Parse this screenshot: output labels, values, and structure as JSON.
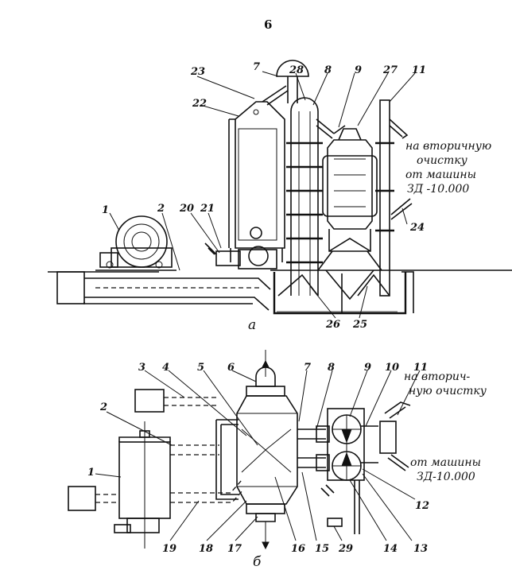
{
  "page_number": "6",
  "view_labels": {
    "side": "а",
    "plan": "б"
  },
  "notes_side": {
    "secondary_line1": "на вторичную",
    "secondary_line2": "очистку",
    "machine_line1": "от машины",
    "machine_line2": "ЗД -10.000"
  },
  "notes_plan": {
    "secondary_line1": "на вторич-",
    "secondary_line2": "ную очистку",
    "machine_line1": "от машины",
    "machine_line2": "ЗД-10.000"
  },
  "side_labels": {
    "l1": "1",
    "l2": "2",
    "l7": "7",
    "l8": "8",
    "l9": "9",
    "l11": "11",
    "l20": "20",
    "l21": "21",
    "l22": "22",
    "l23": "23",
    "l24": "24",
    "l25": "25",
    "l26": "26",
    "l27": "27",
    "l28": "28"
  },
  "plan_labels": {
    "l1": "1",
    "l2": "2",
    "l3": "3",
    "l4": "4",
    "l5": "5",
    "l6": "6",
    "l7": "7",
    "l8": "8",
    "l9": "9",
    "l10": "10",
    "l11": "11",
    "l12": "12",
    "l13": "13",
    "l14": "14",
    "l15": "15",
    "l16": "16",
    "l17": "17",
    "l18": "18",
    "l19": "19",
    "l29": "29"
  }
}
